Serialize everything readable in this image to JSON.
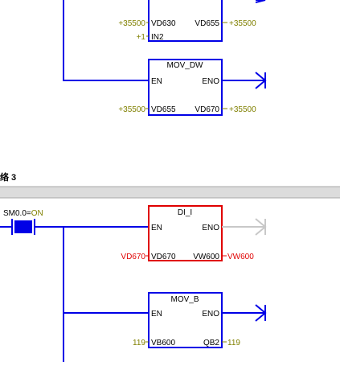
{
  "colors": {
    "wire_active": "#0000e6",
    "wire_inactive": "#c8c8c8",
    "box_error": "#e00000",
    "value_status": "#808000",
    "value_error": "#e00000"
  },
  "network2": {
    "movdw_top": {
      "in_value": "+35500",
      "in_addr": "VD630",
      "out_addr": "VD655",
      "out_value": "+35500",
      "in2_value": "+1",
      "in2_addr": "IN2"
    },
    "mov_dw": {
      "title": "MOV_DW",
      "en": "EN",
      "eno": "ENO",
      "in_value": "+35500",
      "in_addr": "VD655",
      "out_addr": "VD670",
      "out_value": "+35500"
    }
  },
  "network3": {
    "header_label": "络 3",
    "contact": {
      "addr": "SM0.0",
      "eq": "=",
      "state": "ON"
    },
    "di_i": {
      "title": "DI_I",
      "en": "EN",
      "eno": "ENO",
      "in_value": "VD670",
      "in_addr": "VD670",
      "out_addr": "VW600",
      "out_value": "VW600"
    },
    "mov_b": {
      "title": "MOV_B",
      "en": "EN",
      "eno": "ENO",
      "in_value": "119",
      "in_addr": "VB600",
      "out_addr": "QB2",
      "out_value": "119"
    }
  }
}
